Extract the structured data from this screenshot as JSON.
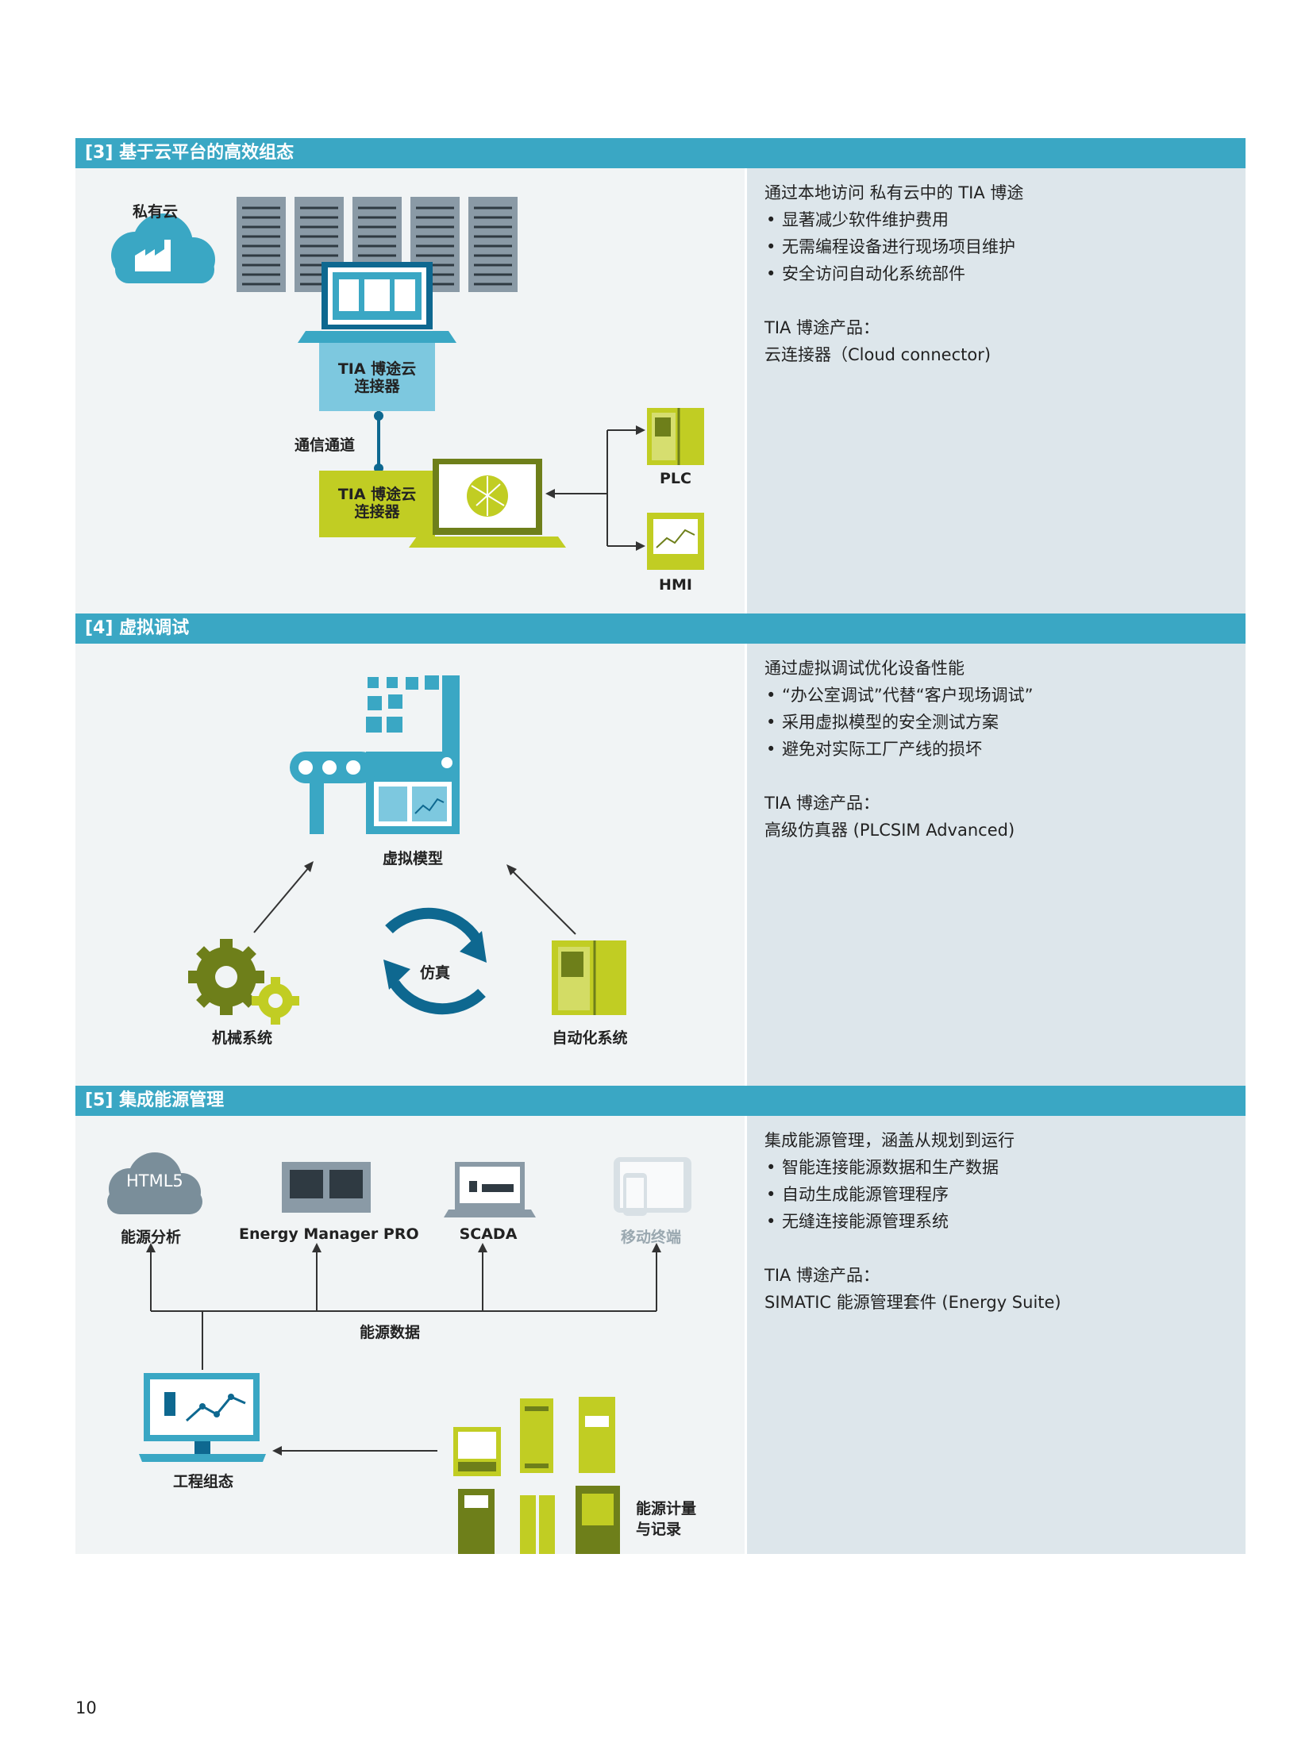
{
  "sections": [
    {
      "header": "[3]  基于云平台的高效组态",
      "labels": {
        "private_cloud": "私有云",
        "connector_top": "TIA 博途云\n连接器",
        "channel": "通信通道",
        "connector_bottom": "TIA 博途云\n连接器",
        "plc": "PLC",
        "hmi": "HMI"
      },
      "desc": {
        "lead": "通过本地访问 私有云中的 TIA 博途",
        "bullets": [
          "显著减少软件维护费用",
          "无需编程设备进行现场项目维护",
          "安全访问自动化系统部件"
        ],
        "product_label": "TIA 博途产品：",
        "product": "云连接器（Cloud connector)"
      }
    },
    {
      "header": "[4]  虚拟调试",
      "labels": {
        "virtual_model": "虚拟模型",
        "simulation": "仿真",
        "mechanical": "机械系统",
        "automation": "自动化系统"
      },
      "desc": {
        "lead": "通过虚拟调试优化设备性能",
        "bullets": [
          "“办公室调试”代替“客户现场调试”",
          "采用虚拟模型的安全测试方案",
          "避免对实际工厂产线的损坏"
        ],
        "product_label": "TIA 博途产品：",
        "product": "高级仿真器 (PLCSIM Advanced)"
      }
    },
    {
      "header": "[5]  集成能源管理",
      "labels": {
        "html5": "HTML5",
        "energy_analysis": "能源分析",
        "energy_manager": "Energy Manager PRO",
        "scada": "SCADA",
        "mobile": "移动终端",
        "energy_data": "能源数据",
        "engineering": "工程组态",
        "metering": "能源计量\n与记录"
      },
      "desc": {
        "lead": "集成能源管理，涵盖从规划到运行",
        "bullets": [
          "智能连接能源数据和生产数据",
          "自动生成能源管理程序",
          "无缝连接能源管理系统"
        ],
        "product_label": "TIA 博途产品：",
        "product": "SIMATIC 能源管理套件 (Energy Suite)"
      }
    }
  ],
  "page_number": "10",
  "colors": {
    "header_blue": "#3aa7c4",
    "light_blue": "#7dc8df",
    "dark_blue": "#0e6890",
    "lime": "#c1cd23",
    "olive": "#6e7f1a",
    "grey_server": "#8a9aa6",
    "left_bg": "#f1f4f5",
    "right_bg": "#dde6eb"
  }
}
